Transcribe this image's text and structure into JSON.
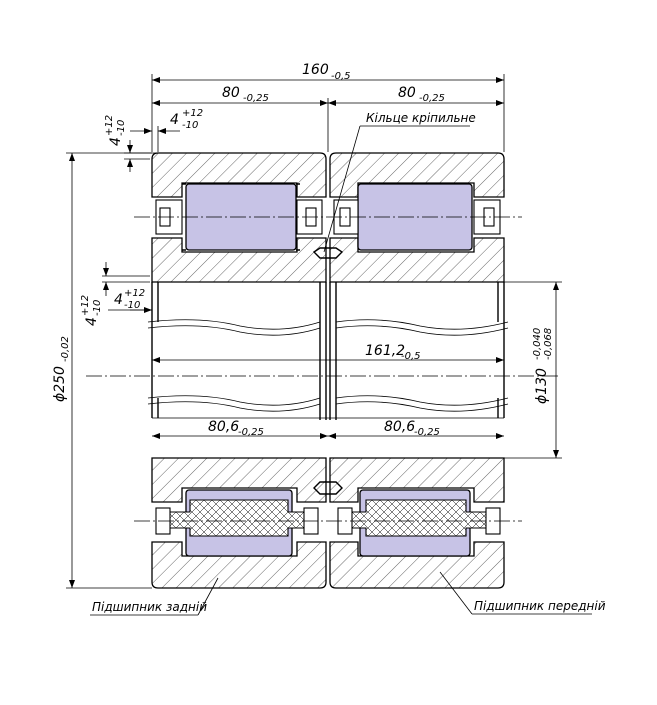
{
  "dimensions": {
    "overall_length": {
      "value": "160",
      "tolerance": "-0,5"
    },
    "left_half_length": {
      "value": "80",
      "tolerance": "-0,25"
    },
    "right_half_length": {
      "value": "80",
      "tolerance": "-0,25"
    },
    "outer_offset": {
      "value": "4",
      "tol_upper": "+12",
      "tol_lower": "-10"
    },
    "inner_offset": {
      "value": "4",
      "tol_upper": "+12",
      "tol_lower": "-10"
    },
    "vertical_offset_top": {
      "value": "4",
      "tol_upper": "+12",
      "tol_lower": "-10"
    },
    "vertical_offset_mid": {
      "value": "4",
      "tol_upper": "+12",
      "tol_lower": "-10"
    },
    "inner_ring_length": {
      "value": "161,2",
      "tolerance": "-0,5"
    },
    "lower_left_length": {
      "value": "80,6",
      "tolerance": "-0,25"
    },
    "lower_right_length": {
      "value": "80,6",
      "tolerance": "-0,25"
    },
    "outer_diameter": {
      "value": "ϕ250",
      "tolerance": "-0,02"
    },
    "bore_diameter": {
      "value": "ϕ130",
      "tol_upper": "-0,040",
      "tol_lower": "-0,068"
    }
  },
  "labels": {
    "retaining_ring": "Кільце кріпильне",
    "rear_bearing": "Підшипник задній",
    "front_bearing": "Підшипник передній"
  },
  "colors": {
    "roller_fill": "#c7c3e6",
    "line": "#000000",
    "background": "#ffffff"
  }
}
